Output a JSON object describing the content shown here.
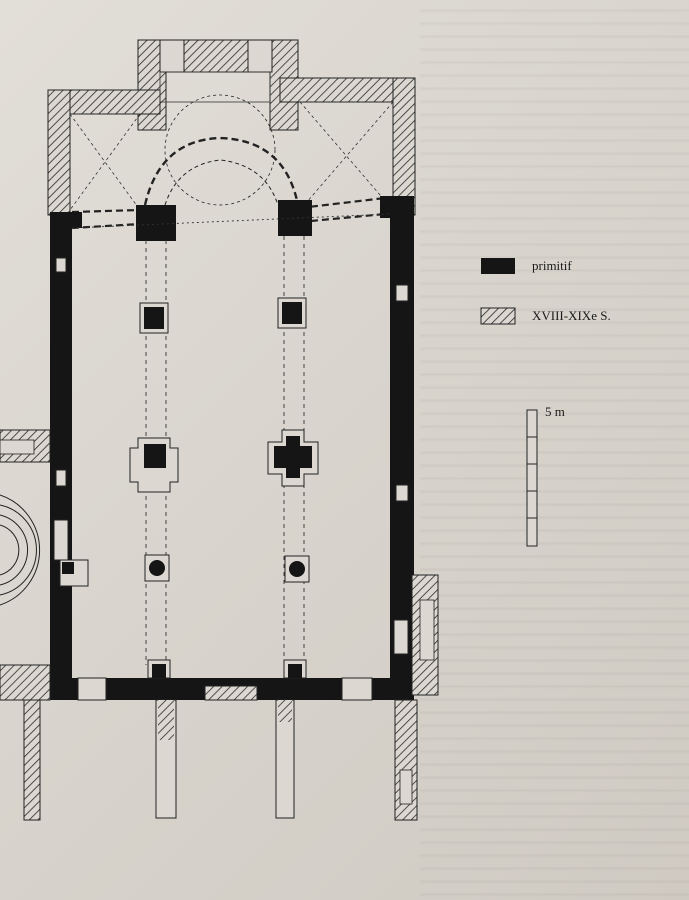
{
  "legend": {
    "items": [
      {
        "key": "primitif",
        "label": "primitif",
        "swatch": "solid"
      },
      {
        "key": "modern",
        "label": "XVIII-XIXe S.",
        "swatch": "hatched"
      }
    ],
    "scale_label": "5 m"
  },
  "colors": {
    "wall_solid": "#151515",
    "hatch": "#2a2a2a",
    "paper": "#dcd8d1"
  }
}
